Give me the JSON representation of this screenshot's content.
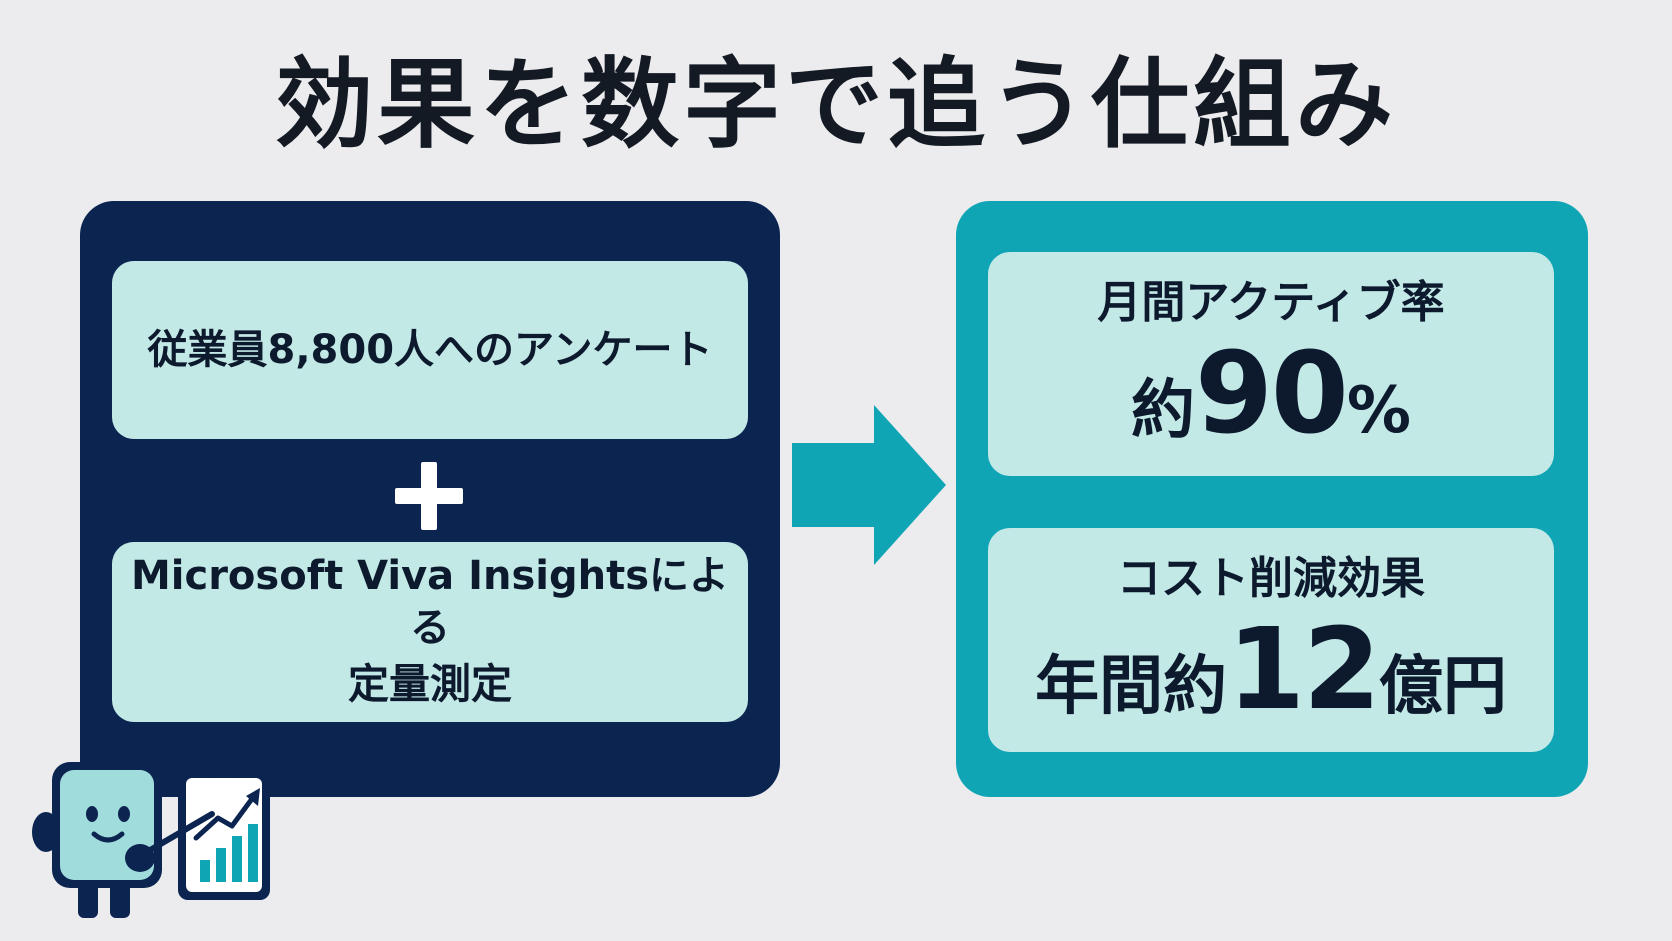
{
  "title": "効果を数字で追う仕組み",
  "left_panel": {
    "card1_text": "従業員8,800人へのアンケート",
    "plus_icon": "plus-icon",
    "card2_line1": "Microsoft Viva Insightsによる",
    "card2_line2": "定量測定"
  },
  "arrow_icon": "right-arrow-icon",
  "right_panel": {
    "metric1": {
      "label": "月間アクティブ率",
      "prefix": "約",
      "number": "90",
      "unit": "%"
    },
    "metric2": {
      "label": "コスト削減効果",
      "prefix": "年間約",
      "number": "12",
      "unit": "億円"
    }
  },
  "colors": {
    "background": "#ececee",
    "navy": "#0b2550",
    "teal": "#10a5b5",
    "card": "#c3e9e7",
    "text": "#141a24"
  },
  "mascot_icon": "mascot-with-chart-icon"
}
